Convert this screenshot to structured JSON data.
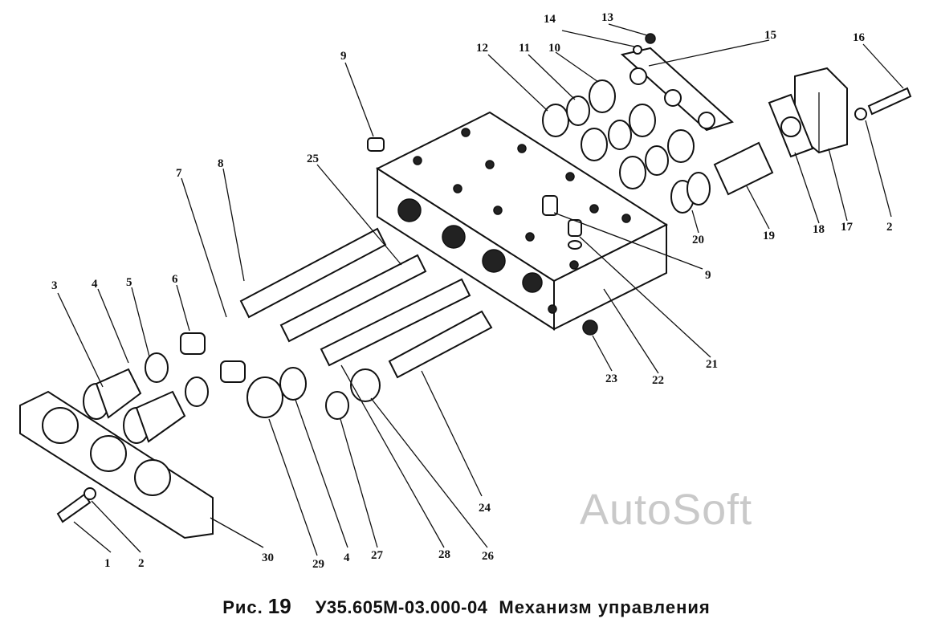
{
  "caption": {
    "fig": "Рис.",
    "number": "19",
    "code": "У35.605М-03.000-04",
    "title": "Механизм управления"
  },
  "watermark": "AutoSoft",
  "callouts": [
    "1",
    "2",
    "2",
    "3",
    "4",
    "4",
    "5",
    "6",
    "7",
    "8",
    "9",
    "9",
    "10",
    "11",
    "12",
    "13",
    "14",
    "15",
    "16",
    "17",
    "18",
    "19",
    "20",
    "21",
    "22",
    "23",
    "24",
    "25",
    "26",
    "27",
    "28",
    "29",
    "30"
  ]
}
